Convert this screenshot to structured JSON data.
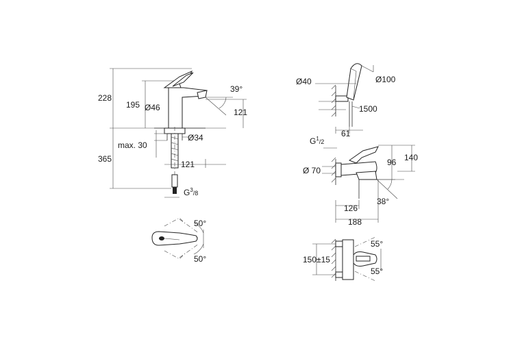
{
  "basin_mixer": {
    "side_view": {
      "height_total": "228",
      "height_spout": "195",
      "angle_spout": "39°",
      "spout_clearance": "121",
      "body_diameter": "Ø46",
      "base_diameter": "Ø34",
      "max_thickness": "max. 30",
      "below_counter": "365",
      "reach": "121",
      "thread_label": "G",
      "thread_sup": "3",
      "thread_sub": "/8"
    },
    "top_view": {
      "angle_upper": "50°",
      "angle_lower": "50°"
    }
  },
  "shower_set": {
    "holder_diameter": "Ø40",
    "head_diameter": "Ø100",
    "hose_length": "1500",
    "wall_distance": "61"
  },
  "bath_mixer": {
    "side_view": {
      "thread_label": "G",
      "thread_sup": "1",
      "thread_sub": "/2",
      "rosette_diameter": "Ø 70",
      "height_inner": "96",
      "height_outer": "140",
      "angle_spout": "38°",
      "reach_spout": "126",
      "reach_total": "188"
    },
    "top_view": {
      "centers": "150±15",
      "angle_upper": "55°",
      "angle_lower": "55°"
    }
  }
}
